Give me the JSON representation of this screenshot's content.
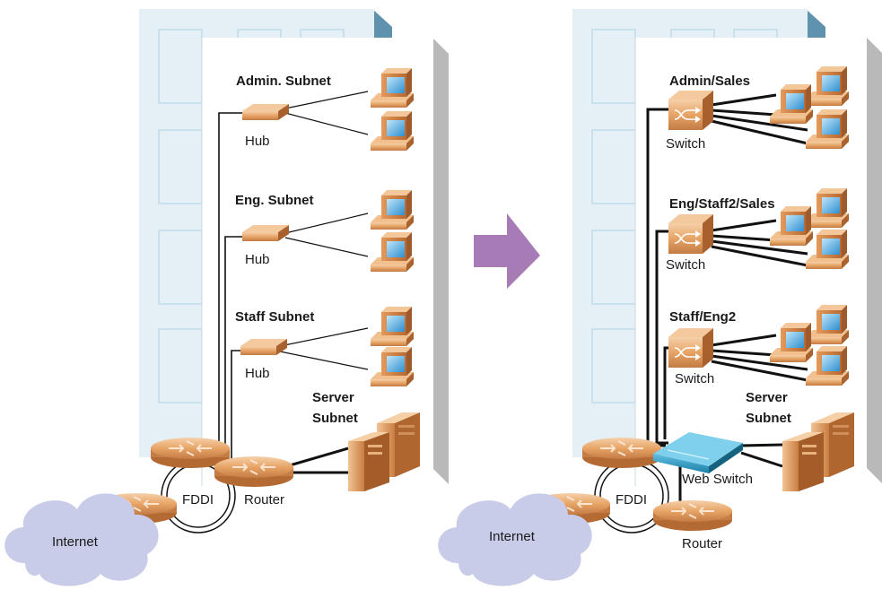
{
  "left": {
    "subnets": [
      {
        "name": "Admin. Subnet",
        "device": "Hub"
      },
      {
        "name": "Eng. Subnet",
        "device": "Hub"
      },
      {
        "name": "Staff Subnet",
        "device": "Hub"
      }
    ],
    "server_label": [
      "Server",
      "Subnet"
    ],
    "router_label": "Router",
    "fddi_label": "FDDI",
    "internet_label": "Internet"
  },
  "right": {
    "subnets": [
      {
        "name": "Admin/Sales",
        "device": "Switch"
      },
      {
        "name": "Eng/Staff2/Sales",
        "device": "Switch"
      },
      {
        "name": "Staff/Eng2",
        "device": "Switch"
      }
    ],
    "server_label": [
      "Server",
      "Subnet"
    ],
    "web_switch_label": "Web Switch",
    "router_label": "Router",
    "fddi_label": "FDDI",
    "internet_label": "Internet"
  },
  "colors": {
    "building_back": "#e4eff6",
    "building_side": "#5f93ad",
    "building_front": "#ffffff",
    "building_front_side": "#b9b9b9",
    "device_orange": "#e3a066",
    "device_orange_dark": "#b86a33",
    "screen_blue": "#4aa7dc",
    "cloud": "#c8cce9",
    "arrow": "#a77bb6",
    "web_switch": "#2d98c0"
  }
}
